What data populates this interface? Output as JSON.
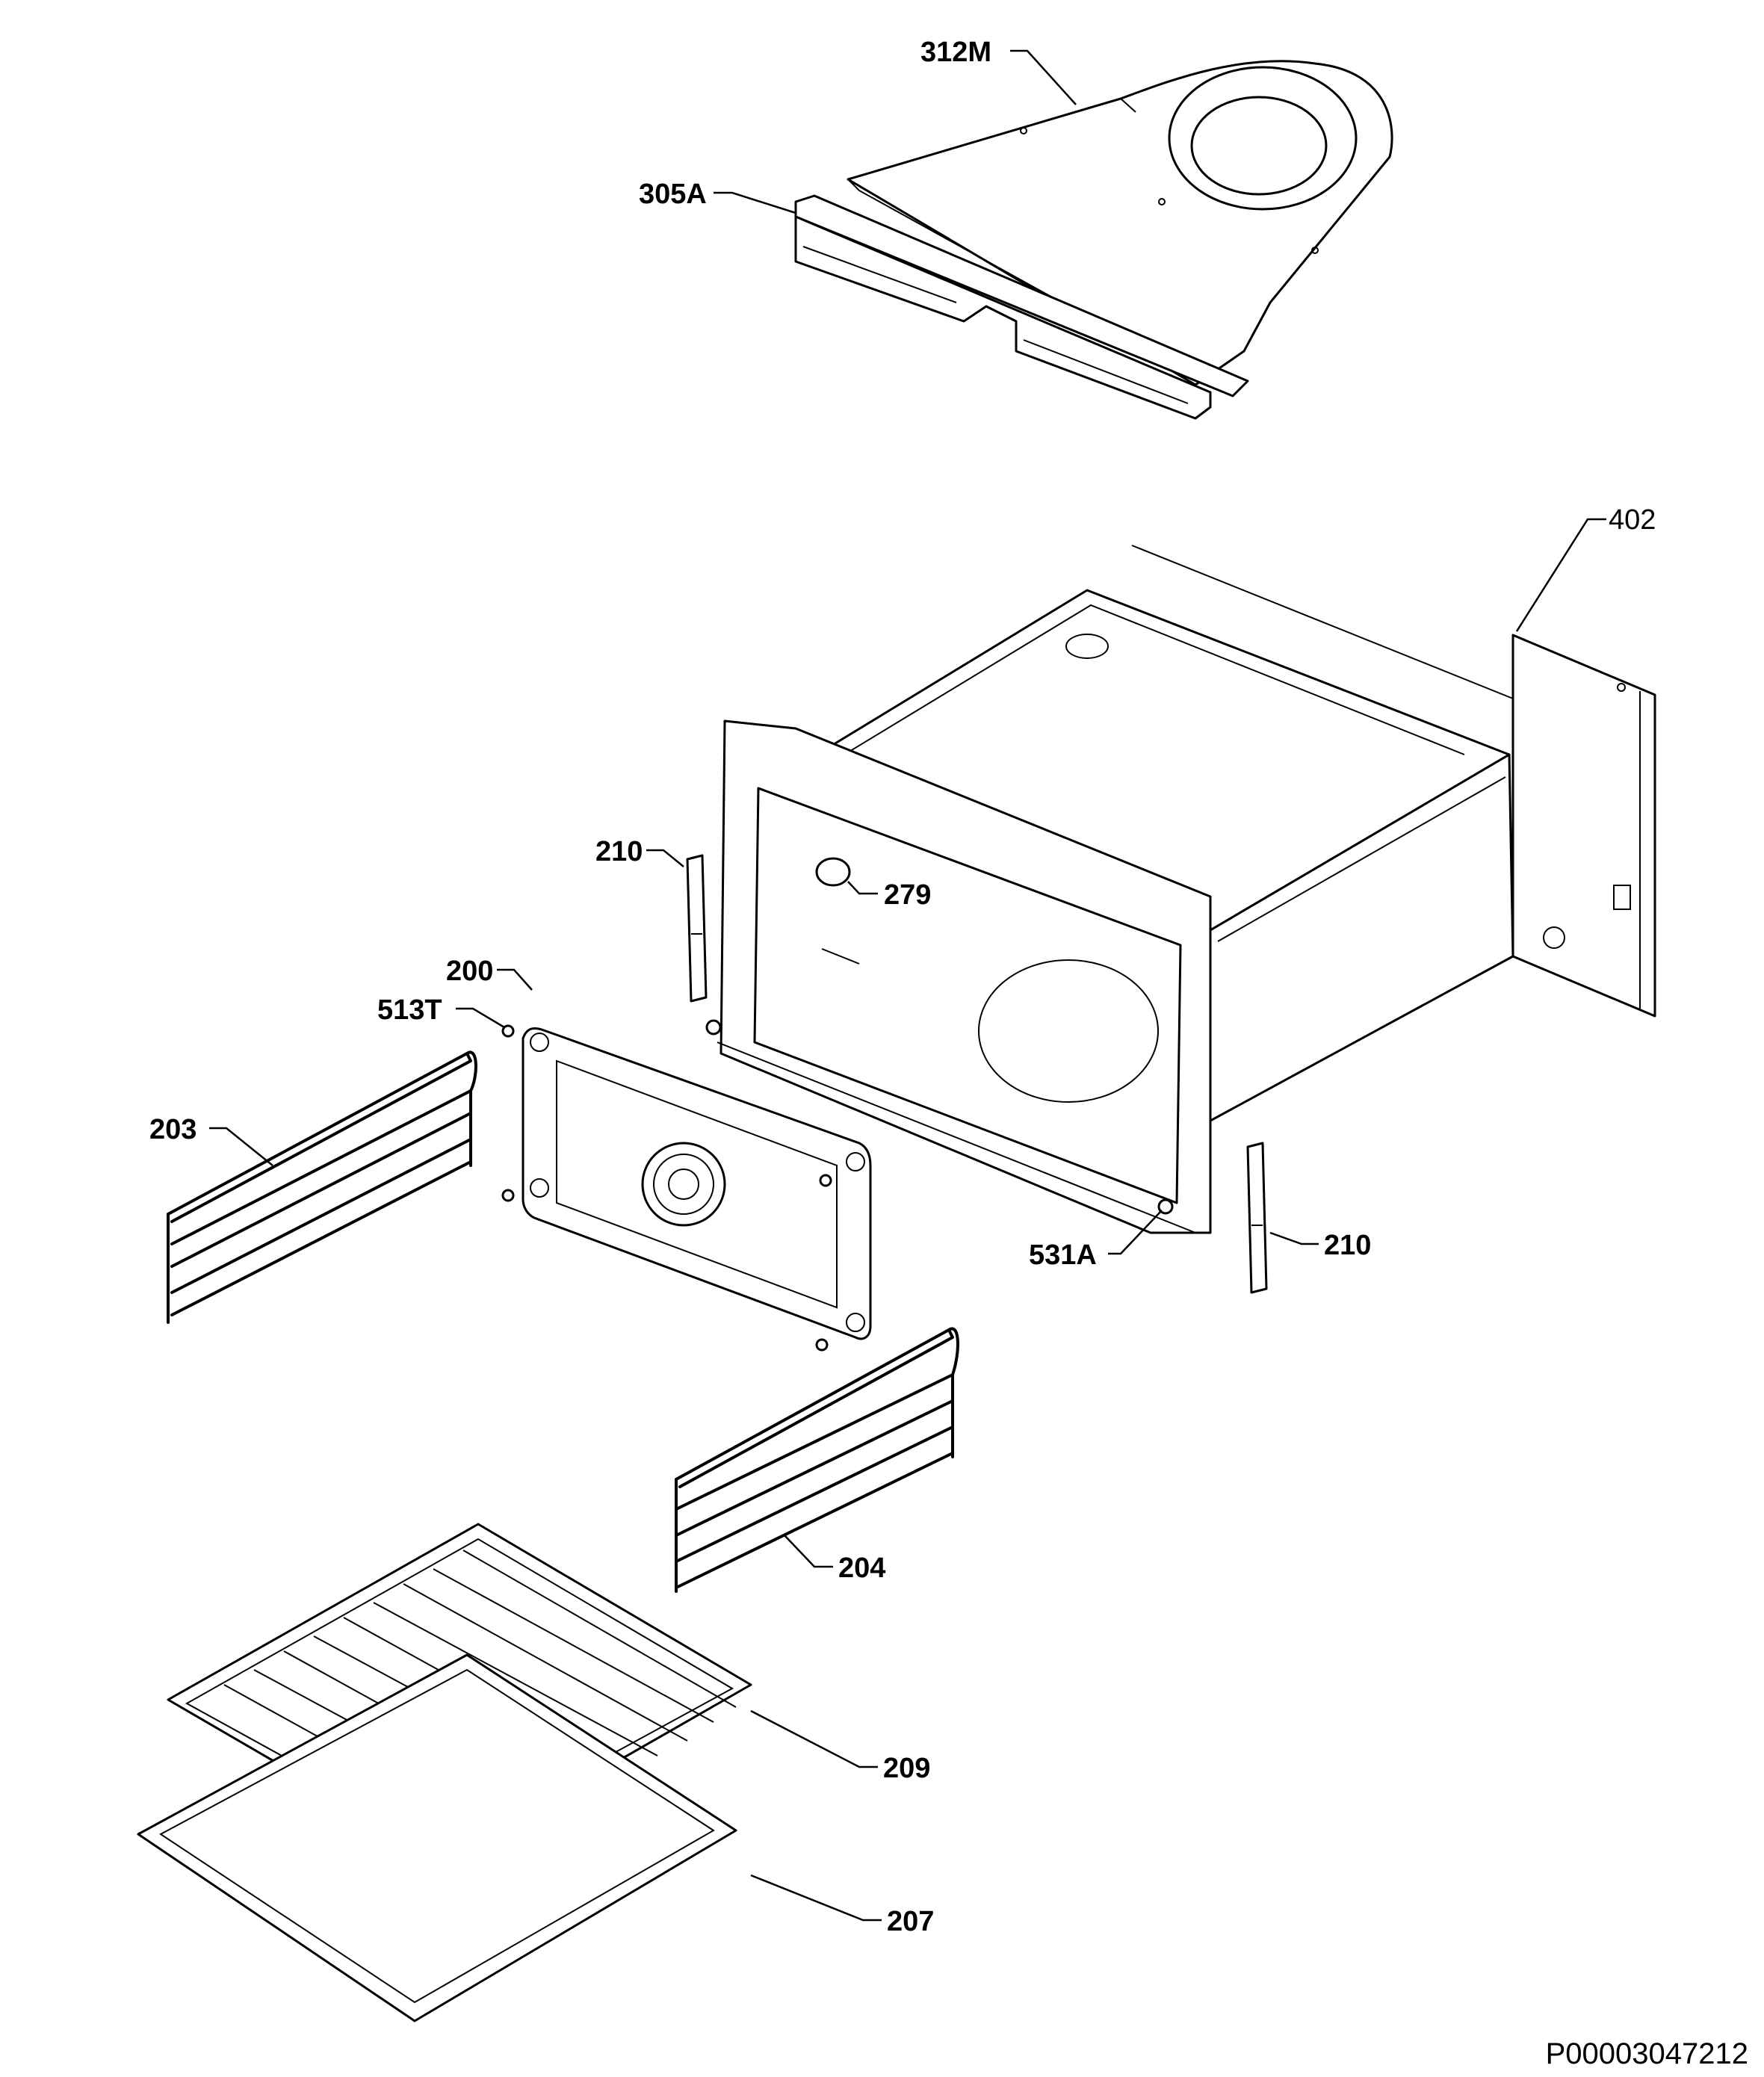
{
  "diagram": {
    "labels": {
      "p312M": "312M",
      "p305A": "305A",
      "p402": "402",
      "p210_left": "210",
      "p279": "279",
      "p200": "200",
      "p513T": "513T",
      "p203": "203",
      "p531A": "531A",
      "p210_right": "210",
      "p204": "204",
      "p209": "209",
      "p207": "207"
    },
    "document_code": "P00003047212"
  }
}
